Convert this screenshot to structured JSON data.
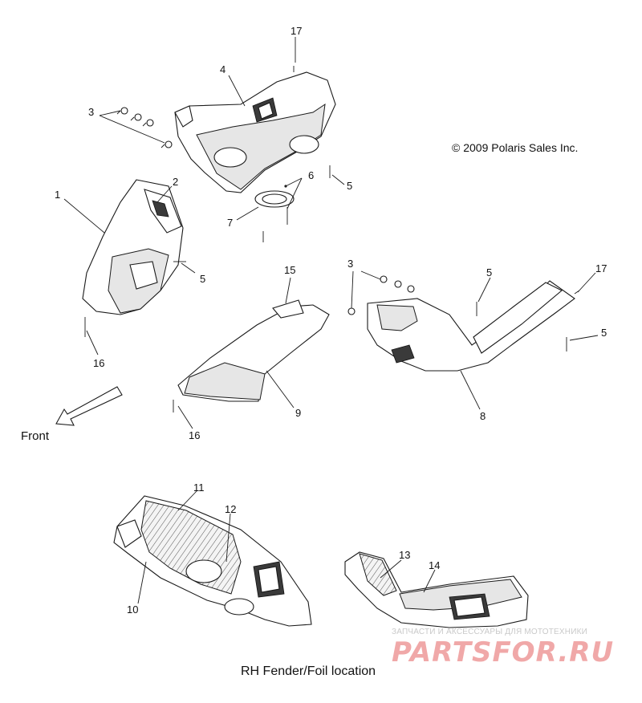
{
  "copyright": "© 2009 Polaris Sales Inc.",
  "front_label": "Front",
  "caption": "RH Fender/Foil location",
  "watermark": {
    "subtitle": "ЗАПЧАСТИ И АКСЕССУАРЫ ДЛЯ МОТОТЕХНИКИ",
    "logo": "PARTSFOR.RU"
  },
  "callouts": [
    {
      "id": "c17a",
      "text": "17"
    },
    {
      "id": "c4",
      "text": "4"
    },
    {
      "id": "c3a",
      "text": "3"
    },
    {
      "id": "c1",
      "text": "1"
    },
    {
      "id": "c2",
      "text": "2"
    },
    {
      "id": "c6",
      "text": "6"
    },
    {
      "id": "c5a",
      "text": "5"
    },
    {
      "id": "c7",
      "text": "7"
    },
    {
      "id": "c5b",
      "text": "5"
    },
    {
      "id": "c15",
      "text": "15"
    },
    {
      "id": "c3b",
      "text": "3"
    },
    {
      "id": "c5c",
      "text": "5"
    },
    {
      "id": "c17b",
      "text": "17"
    },
    {
      "id": "c5d",
      "text": "5"
    },
    {
      "id": "c16a",
      "text": "16"
    },
    {
      "id": "c9",
      "text": "9"
    },
    {
      "id": "c8",
      "text": "8"
    },
    {
      "id": "c16b",
      "text": "16"
    },
    {
      "id": "c11",
      "text": "11"
    },
    {
      "id": "c12",
      "text": "12"
    },
    {
      "id": "c10",
      "text": "10"
    },
    {
      "id": "c13",
      "text": "13"
    },
    {
      "id": "c14",
      "text": "14"
    }
  ]
}
